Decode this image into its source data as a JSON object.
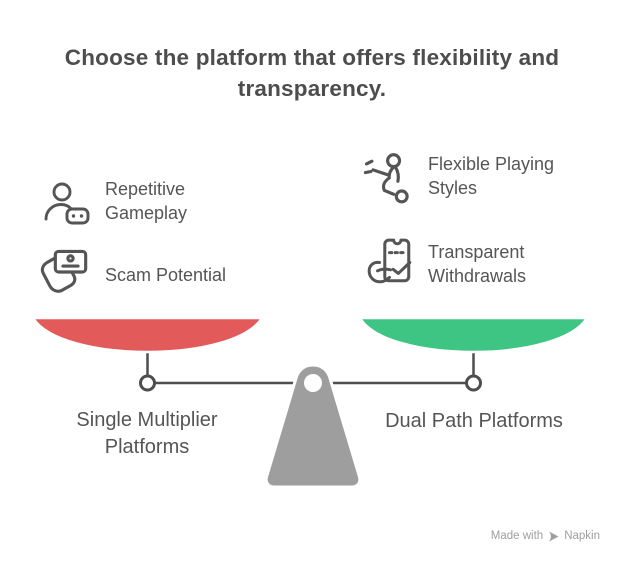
{
  "title": "Choose the platform that offers flexibility and transparency.",
  "title_lines": {
    "line1": "Choose the platform that offers flexibility and",
    "line2": "transparency."
  },
  "left_features": [
    {
      "icon": "user-gamepad-icon",
      "label": "Repetitive Gameplay"
    },
    {
      "icon": "hand-card-icon",
      "label": "Scam Potential"
    }
  ],
  "right_features": [
    {
      "icon": "kicking-player-icon",
      "label": "Flexible Playing Styles"
    },
    {
      "icon": "ticket-check-icon",
      "label": "Transparent Withdrawals"
    }
  ],
  "scale": {
    "left_pan_label": "Single Multiplier Platforms",
    "right_pan_label": "Dual Path Platforms",
    "left_pan_color": "#e25a5a",
    "right_pan_color": "#3ec583",
    "pedestal_color": "#9e9e9e",
    "beam_color": "#4d4d4d"
  },
  "colors": {
    "title_text": "#4d4d4d",
    "label_text": "#555555",
    "icon_stroke": "#555555",
    "watermark_text": "#9e9e9e",
    "background": "#ffffff"
  },
  "watermark": {
    "prefix": "Made with",
    "brand": "Napkin",
    "icon": "napkin-logo-icon"
  }
}
